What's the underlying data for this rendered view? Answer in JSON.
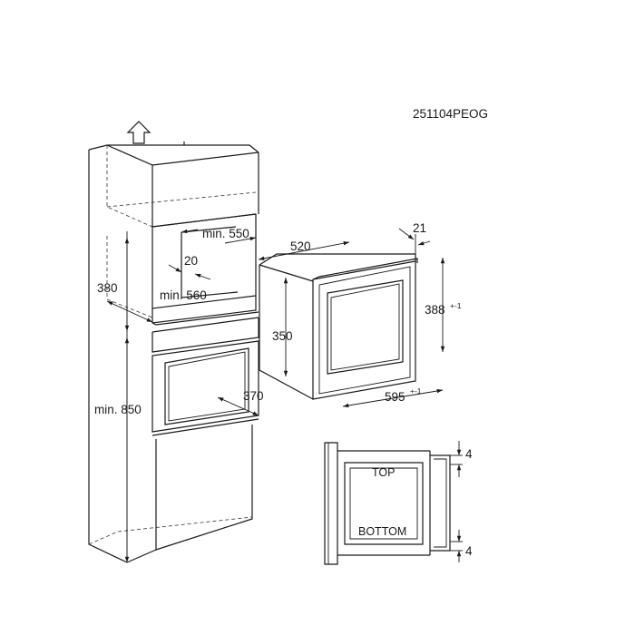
{
  "code": "251104PEOG",
  "dimensions": {
    "niche_width": "min. 550",
    "niche_gap": "20",
    "niche_height": "380",
    "niche_depth": "min. 560",
    "install_height": "min. 850",
    "unit_depth": "370",
    "unit_width": "520",
    "frame_depth": "21",
    "unit_height": "350",
    "front_height": "388",
    "front_height_tol": "+-1",
    "front_width": "595",
    "front_width_tol": "+-1",
    "gap_top": "4",
    "gap_bottom": "4"
  },
  "detail": {
    "top_label": "TOP",
    "bottom_label": "BOTTOM"
  },
  "icons": {
    "ventilation": "up-arrow-icon"
  }
}
